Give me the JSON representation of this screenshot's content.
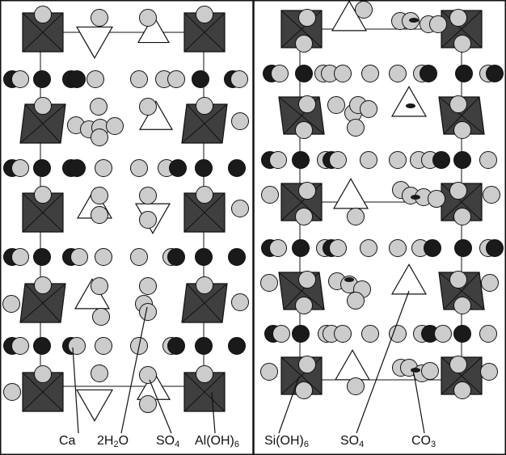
{
  "colors": {
    "octahedron_fill": "#3f3f3f",
    "circle_gray": "#cccccc",
    "circle_black": "#1a1a1a",
    "outline": "#111111",
    "triangle_fill": "#ffffff",
    "background": "#ffffff"
  },
  "left_panel": {
    "labels": [
      {
        "base": "Ca",
        "sub": "",
        "tail": ""
      },
      {
        "base": "2H",
        "sub": "2",
        "tail": "O"
      },
      {
        "base": "SO",
        "sub": "4",
        "tail": ""
      },
      {
        "base": "Al(OH)",
        "sub": "6",
        "tail": ""
      }
    ]
  },
  "right_panel": {
    "labels": [
      {
        "base": "Si(OH)",
        "sub": "6",
        "tail": ""
      },
      {
        "base": "SO",
        "sub": "4",
        "tail": ""
      },
      {
        "base": "CO",
        "sub": "3",
        "tail": ""
      }
    ]
  }
}
